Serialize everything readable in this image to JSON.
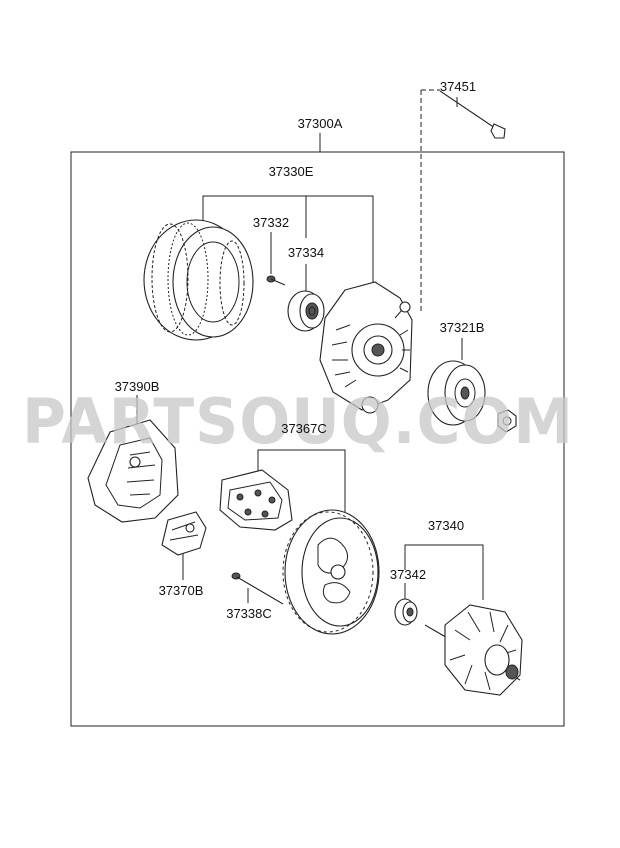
{
  "watermark": "PARTSOUQ.COM",
  "labels": {
    "p37451": "37451",
    "p37300A": "37300A",
    "p37330E": "37330E",
    "p37332": "37332",
    "p37334": "37334",
    "p37321B": "37321B",
    "p37390B": "37390B",
    "p37367C": "37367C",
    "p37340": "37340",
    "p37342": "37342",
    "p37370B": "37370B",
    "p37338C": "37338C"
  },
  "colors": {
    "line": "#222222",
    "watermark": "#c8c8c8"
  }
}
